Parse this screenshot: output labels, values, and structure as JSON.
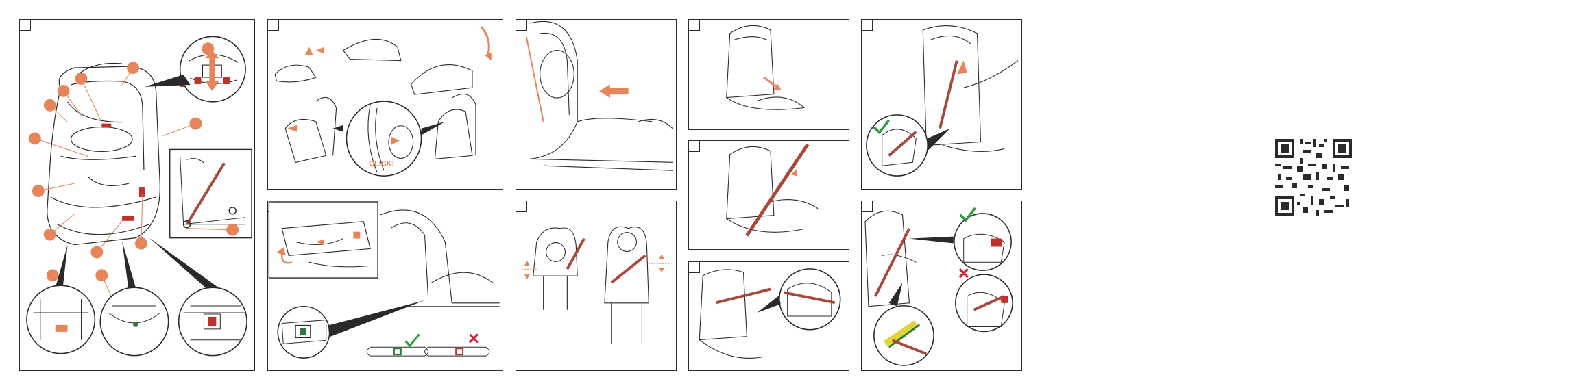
{
  "page": {
    "background": "#ffffff"
  },
  "colors": {
    "accent_orange": "#e8845a",
    "belt_red": "#a9473c",
    "red_part": "#c0312c",
    "check_green": "#2a9a3c",
    "cross_red": "#d4213a",
    "line": "#2a2a2a",
    "green_tab": "#2f7a3a",
    "yellow_highlight": "#e3d33b"
  },
  "panels": {
    "overview": {
      "icon": "car-seat-overview-illustration"
    },
    "assembly_click": {
      "icon": "backrest-seat-click-illustration",
      "click_text": "CLICK!"
    },
    "isofix_release": {
      "icon": "isofix-connector-release-illustration"
    },
    "headrest_push": {
      "icon": "headrest-push-illustration"
    },
    "belt_height": {
      "icon": "shoulder-belt-height-illustration"
    },
    "belt_route_1": {
      "icon": "lap-belt-routing-illustration"
    },
    "belt_route_2": {
      "icon": "diagonal-belt-routing-illustration"
    },
    "belt_route_3": {
      "icon": "belt-guide-detail-illustration"
    },
    "belt_guide_ok": {
      "icon": "shoulder-belt-guide-correct-illustration",
      "mark": "check-icon"
    },
    "belt_check": {
      "icon": "belt-position-check-illustration",
      "marks": [
        "check-icon",
        "cross-icon"
      ]
    }
  },
  "qr": {
    "icon": "qr-code-icon"
  }
}
